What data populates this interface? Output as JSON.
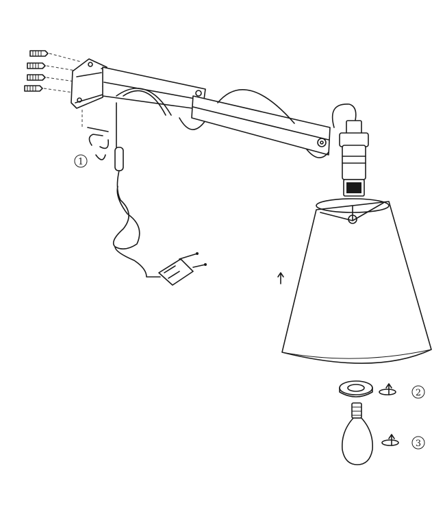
{
  "steps": [
    {
      "number": "1"
    },
    {
      "number": "2"
    },
    {
      "number": "3"
    }
  ],
  "colors": {
    "line": "#1a1a1a",
    "background": "#ffffff"
  }
}
